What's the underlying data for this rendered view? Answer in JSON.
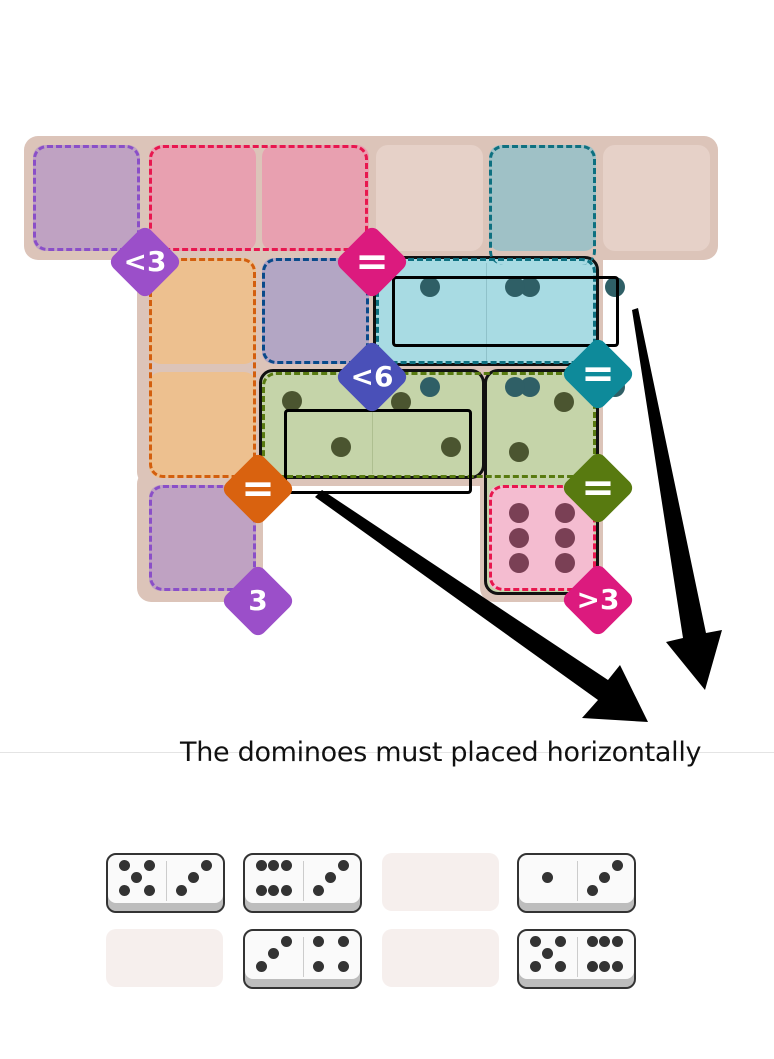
{
  "instruction": "The dominoes must placed horizontally",
  "colors": {
    "board_bg": "#dcc4b9",
    "empty_cell": "#e6d1c8",
    "purple": "#9b4fc9",
    "magenta": "#dc1a7e",
    "indigo": "#4a50b8",
    "teal": "#0e8a9a",
    "orange": "#d9620f",
    "olive": "#587a10"
  },
  "board": {
    "constraints": [
      {
        "id": "purple-a",
        "label": "<3",
        "color": "#9b4fc9"
      },
      {
        "id": "pink-a",
        "label": "=",
        "color": "#dc1a7e"
      },
      {
        "id": "blue",
        "label": "<6",
        "color": "#4a50b8"
      },
      {
        "id": "teal",
        "label": "=",
        "color": "#0e8a9a"
      },
      {
        "id": "orange",
        "label": "=",
        "color": "#d9620f"
      },
      {
        "id": "green",
        "label": "=",
        "color": "#587a10"
      },
      {
        "id": "purple-b",
        "label": "3",
        "color": "#9b4fc9"
      },
      {
        "id": "pink-b",
        "label": ">3",
        "color": "#dc1a7e"
      }
    ],
    "placed_dominoes": [
      {
        "name": "teal-domino",
        "values": [
          4,
          4
        ]
      },
      {
        "name": "green-domino",
        "values": [
          2,
          2
        ]
      },
      {
        "name": "vertical-domino",
        "values": [
          2,
          6
        ]
      }
    ],
    "dragged_previews": [
      {
        "name": "preview-top",
        "values": [
          4,
          4
        ]
      },
      {
        "name": "preview-bottom",
        "values": [
          1,
          1
        ]
      }
    ]
  },
  "tray": [
    {
      "values": [
        5,
        3
      ]
    },
    {
      "values": [
        6,
        3
      ]
    },
    null,
    {
      "values": [
        1,
        3
      ]
    },
    null,
    {
      "values": [
        3,
        4
      ]
    },
    null,
    {
      "values": [
        5,
        6
      ]
    }
  ]
}
